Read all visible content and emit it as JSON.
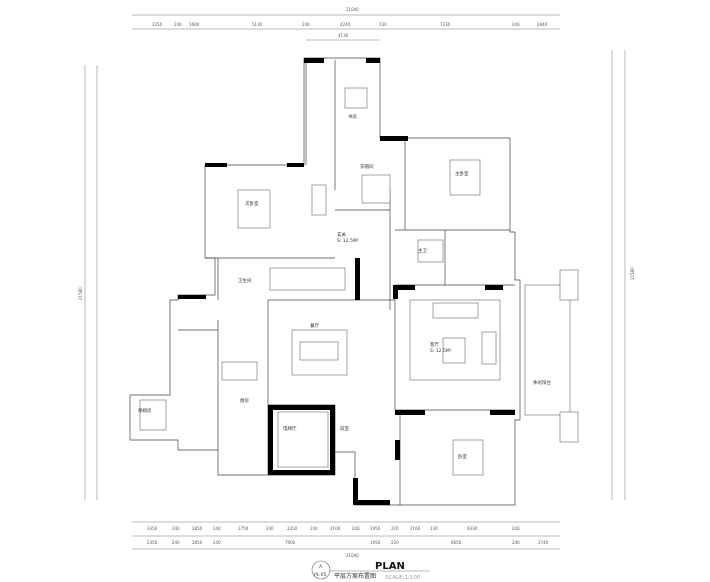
{
  "drawing": {
    "top_total": "21040",
    "top_dims": [
      "2350",
      "240",
      "1600",
      "5130",
      "240",
      "4240",
      "130",
      "7230",
      "240",
      "2840"
    ],
    "top_sub": "4130",
    "bottom_row1": [
      "2350",
      "240",
      "2850",
      "240",
      "2750",
      "240",
      "2350",
      "240",
      "2100",
      "240",
      "1950",
      "220",
      "2160",
      "130",
      "6330",
      "240"
    ],
    "bottom_row2": [
      "2350",
      "240",
      "2850",
      "240",
      "7900",
      "1950",
      "220",
      "6650",
      "240",
      "2740"
    ],
    "bottom_total": "21040",
    "left_total": "21580",
    "right_total": "21580"
  },
  "rooms": {
    "study": "书房",
    "cloak": "衣帽间",
    "master": "主卧室",
    "second": "次卧室",
    "foyer": "玄关",
    "bath1": "卫生间",
    "bath2": "主卫",
    "living": "客厅",
    "dining": "餐厅",
    "kitchen": "厨房",
    "balcony": "休闲阳台",
    "nanny": "保姆房",
    "lift": "电梯厅",
    "front": "前室",
    "bedroom": "卧室",
    "area": "S: 12.5M²"
  },
  "title_block": {
    "circle_top": "A",
    "circle_bottom": "PL-05",
    "title": "平层方案布置图",
    "plan": "PLAN",
    "scale": "SCALE:1:100"
  }
}
